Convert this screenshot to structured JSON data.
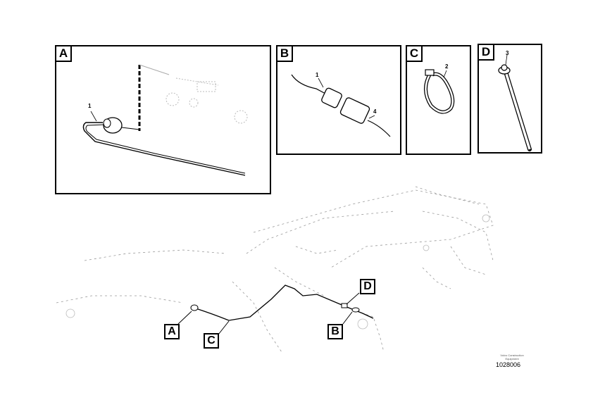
{
  "detail_panels": [
    {
      "tag": "A",
      "part_numbers": [
        "1"
      ]
    },
    {
      "tag": "B",
      "part_numbers": [
        "1",
        "4"
      ]
    },
    {
      "tag": "C",
      "part_numbers": [
        "2"
      ]
    },
    {
      "tag": "D",
      "part_numbers": [
        "3"
      ]
    }
  ],
  "callouts": [
    "A",
    "C",
    "B",
    "D"
  ],
  "credit": {
    "line1": "Volvo Construction",
    "line2": "Equipment"
  },
  "reference_number": "1028006"
}
